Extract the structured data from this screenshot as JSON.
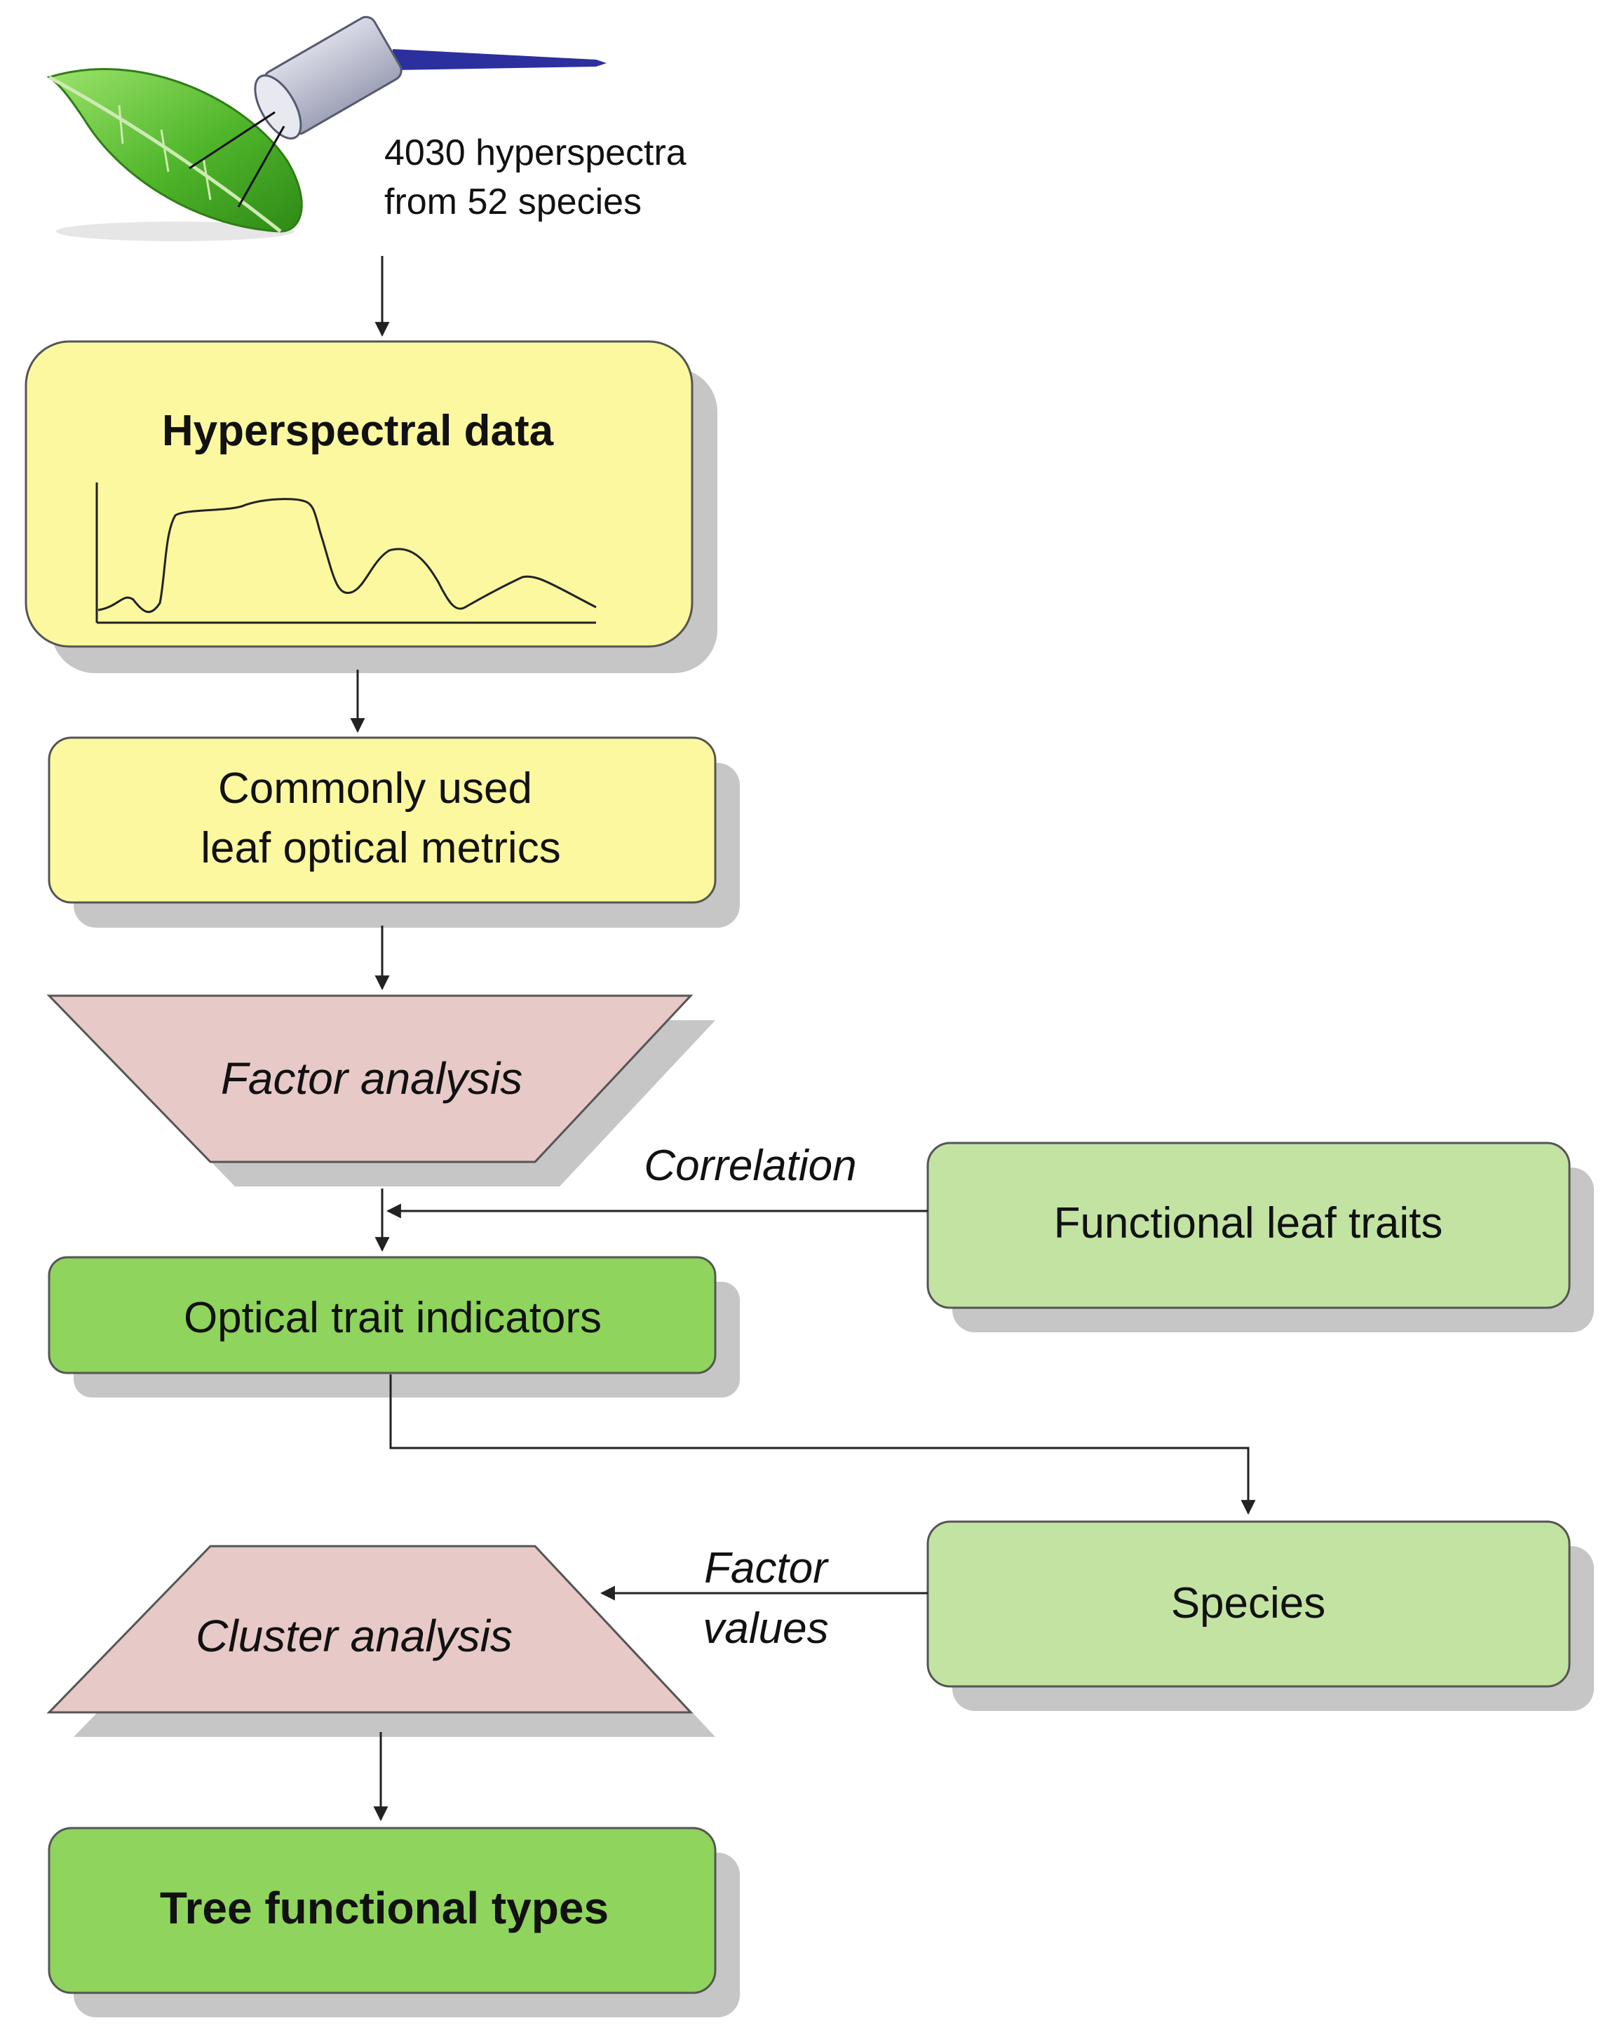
{
  "source_note": {
    "line1": "4030 hyperspectra",
    "line2": "from 52 species"
  },
  "nodes": {
    "hyperspectral": {
      "label": "Hyperspectral data"
    },
    "metrics": {
      "line1": "Commonly used",
      "line2": "leaf optical metrics"
    },
    "factor_analysis": {
      "label": "Factor analysis"
    },
    "optical_indicators": {
      "label": "Optical trait indicators"
    },
    "functional_traits": {
      "label": "Functional leaf traits"
    },
    "species": {
      "label": "Species"
    },
    "cluster_analysis": {
      "label": "Cluster analysis"
    },
    "tree_types": {
      "label": "Tree functional types"
    }
  },
  "edges": {
    "correlation": {
      "label": "Correlation"
    },
    "factor_values": {
      "line1": "Factor",
      "line2": "values"
    }
  },
  "colors": {
    "pale_yellow": "#fbf89f",
    "pink": "#e7c9c7",
    "green": "#8fd45c",
    "light_green": "#c3e3a2",
    "shadow": "#c6c6c6",
    "leaf": "#57b82c",
    "probe": "#bfc1d4",
    "cable": "#2c2f9e"
  }
}
